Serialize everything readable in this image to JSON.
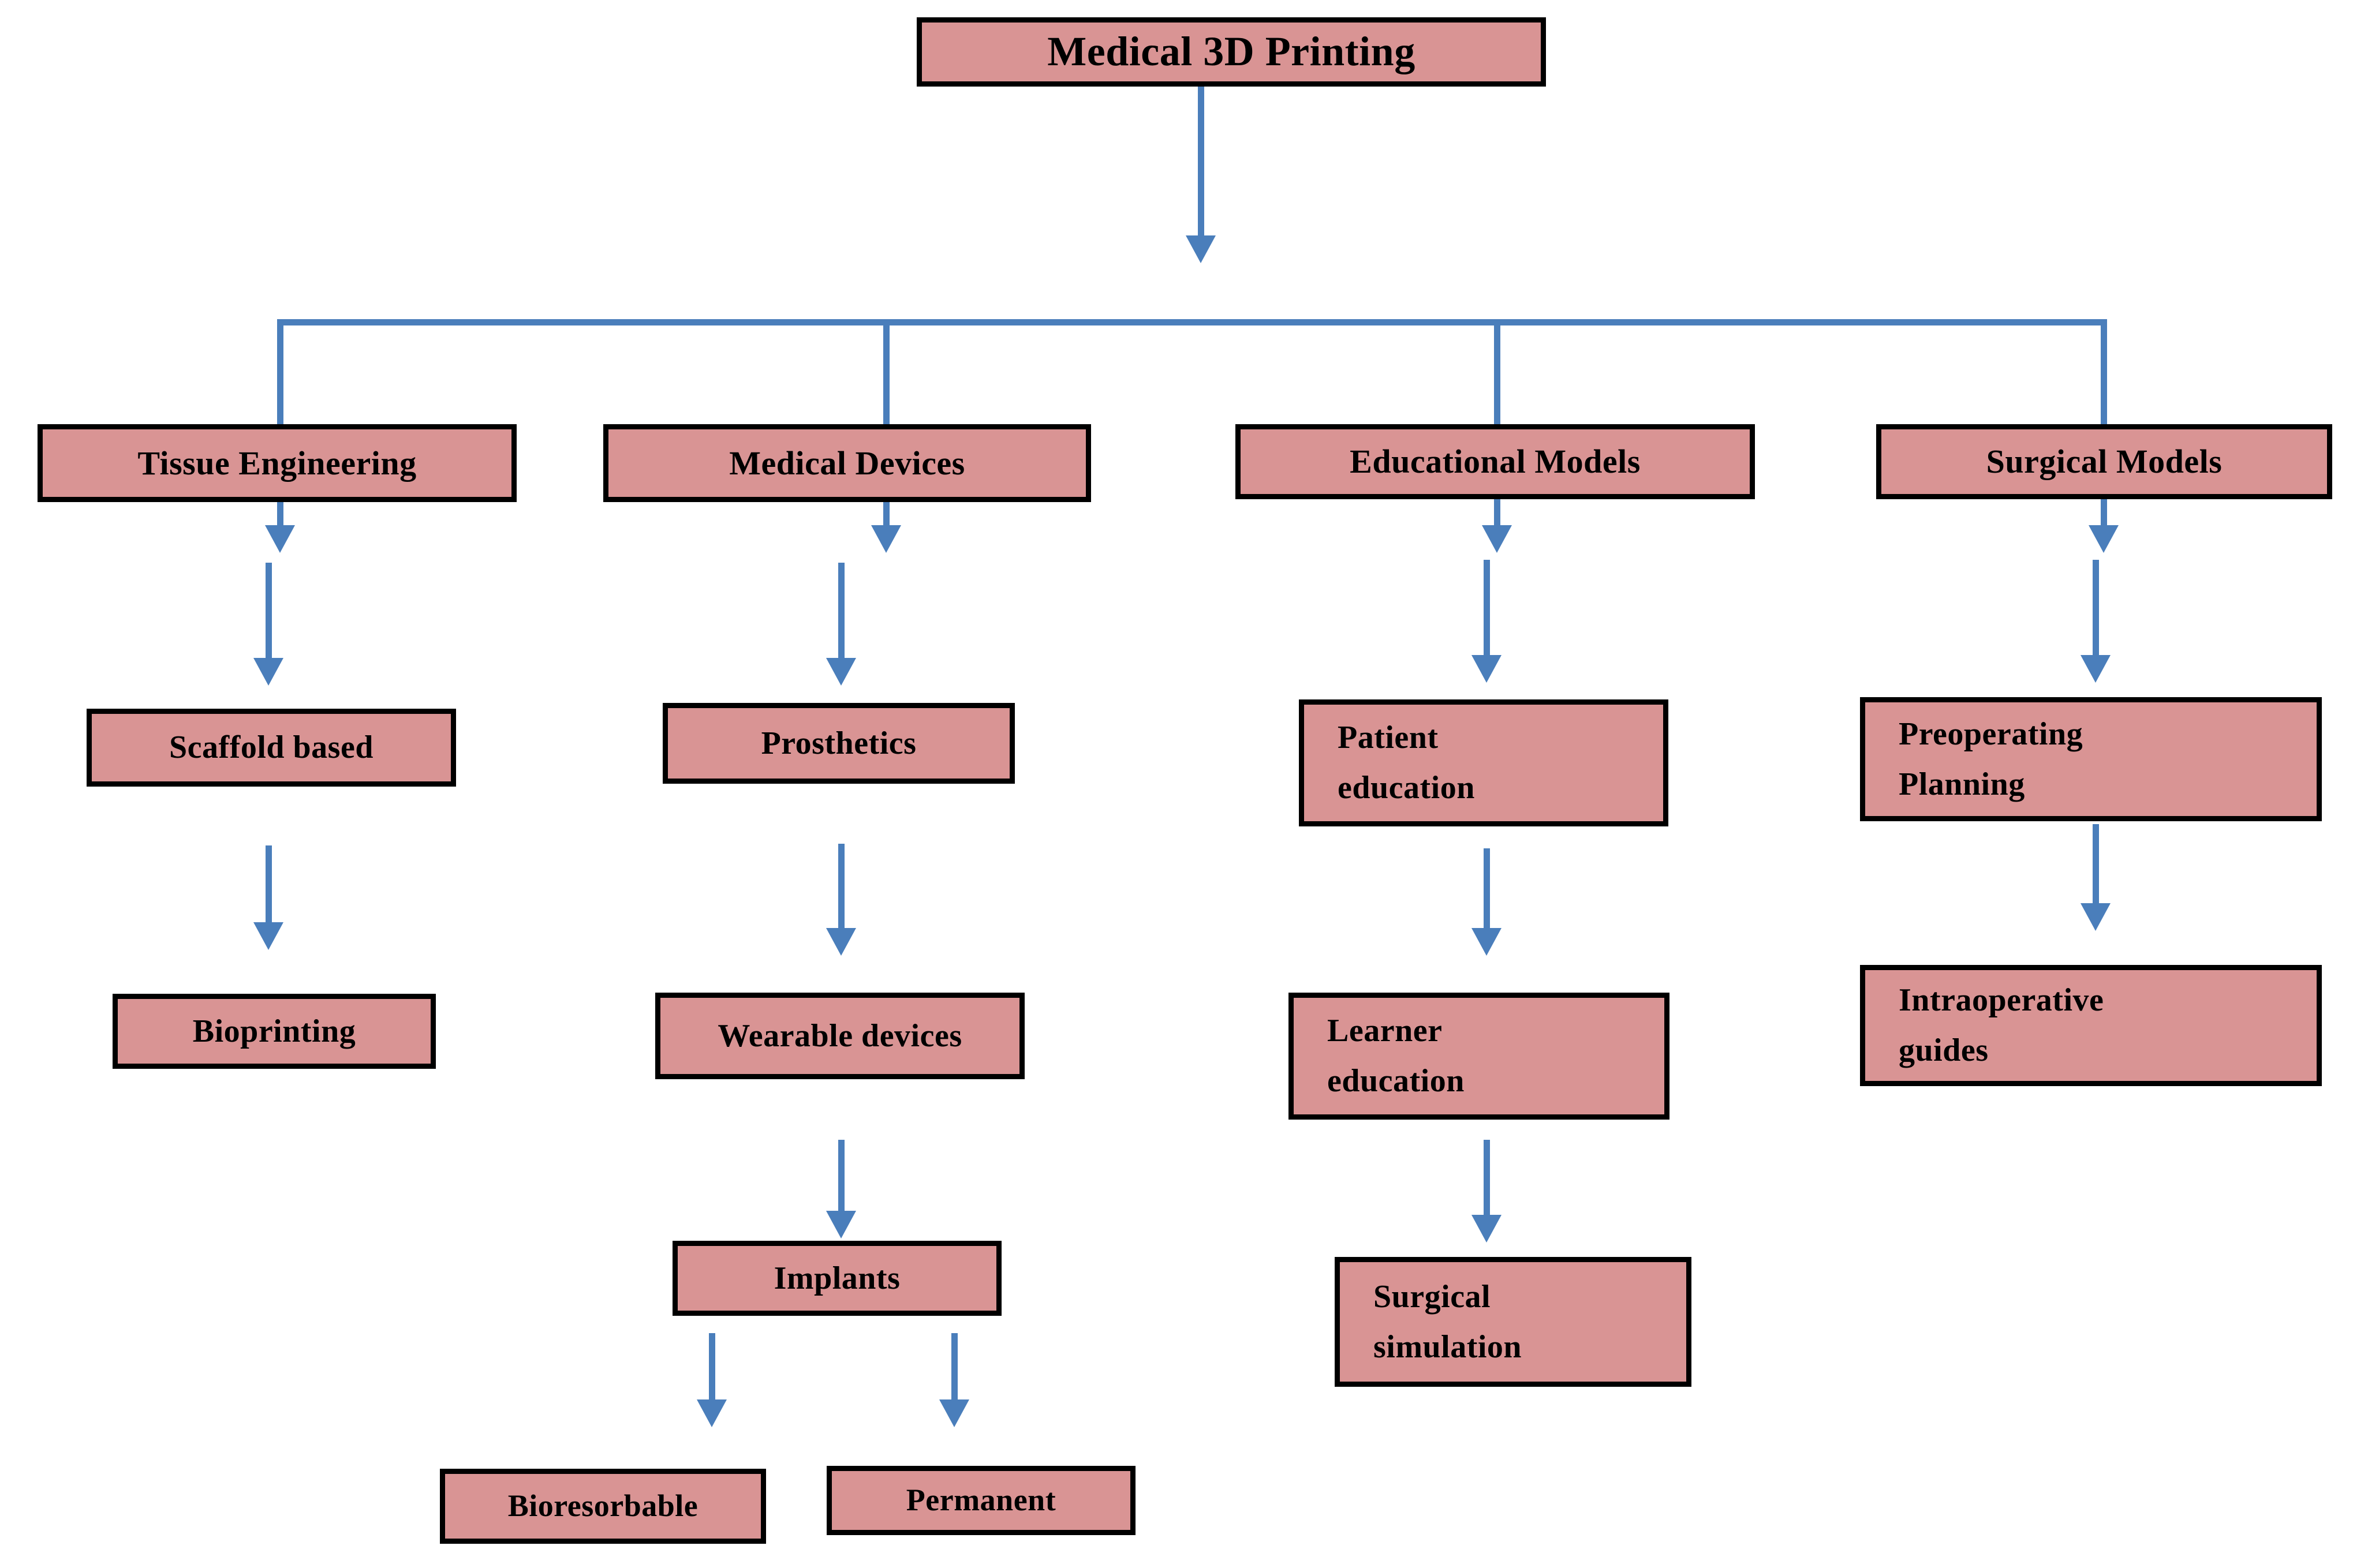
{
  "diagram": {
    "title": "Medical 3D Printing",
    "type": "hierarchical-flowchart",
    "colors": {
      "node_fill": "#d99494",
      "node_border": "#000000",
      "connector": "#4a7ebb",
      "background": "#ffffff",
      "text": "#000000"
    },
    "root": {
      "label": "Medical 3D Printing"
    },
    "branches": [
      {
        "label": "Tissue Engineering",
        "children": [
          {
            "label": "Scaffold based"
          },
          {
            "label": "Bioprinting"
          }
        ]
      },
      {
        "label": "Medical Devices",
        "children": [
          {
            "label": "Prosthetics"
          },
          {
            "label": "Wearable devices"
          },
          {
            "label": "Implants"
          },
          {
            "label": "Bioresorbable"
          },
          {
            "label": "Permanent"
          }
        ]
      },
      {
        "label": "Educational  Models",
        "children": [
          {
            "label": "Patient\neducation"
          },
          {
            "label": "Learner\neducation"
          },
          {
            "label": "Surgical\nsimulation"
          }
        ]
      },
      {
        "label": "Surgical  Models",
        "children": [
          {
            "label": "Preoperating\nPlanning"
          },
          {
            "label": "Intraoperative\nguides"
          }
        ]
      }
    ],
    "nodes": {
      "root": "Medical 3D Printing",
      "tissue_engineering": "Tissue Engineering",
      "medical_devices": "Medical Devices",
      "educational_models": "Educational  Models",
      "surgical_models": "Surgical  Models",
      "scaffold_based": "Scaffold based",
      "bioprinting": "Bioprinting",
      "prosthetics": "Prosthetics",
      "wearable_devices": "Wearable devices",
      "implants": "Implants",
      "bioresorbable": "Bioresorbable",
      "permanent": "Permanent",
      "patient_education": "Patient\neducation",
      "learner_education": "Learner\neducation",
      "surgical_simulation": "Surgical\nsimulation",
      "preoperating_planning": "Preoperating\nPlanning",
      "intraoperative_guides": "Intraoperative\nguides"
    }
  }
}
